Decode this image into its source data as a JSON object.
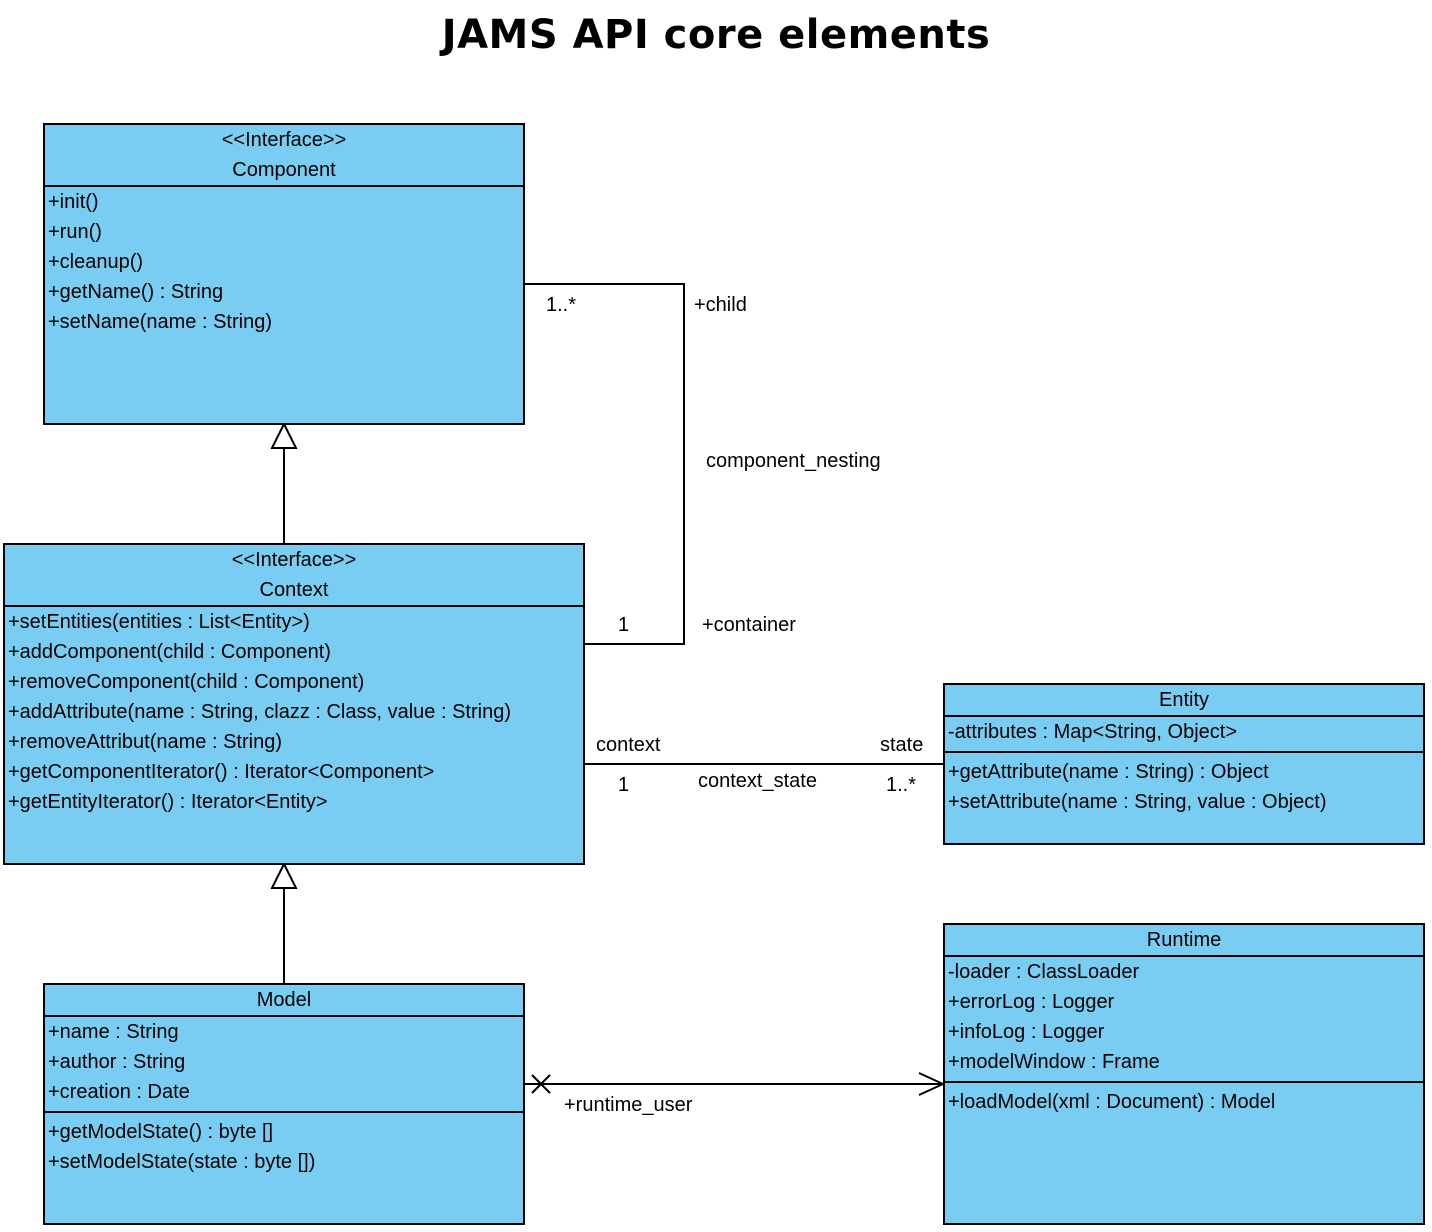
{
  "title": "JAMS API core elements",
  "classes": {
    "component": {
      "stereotype": "<<Interface>>",
      "name": "Component",
      "operations": [
        "+init()",
        "+run()",
        "+cleanup()",
        "+getName() : String",
        "+setName(name : String)"
      ]
    },
    "context": {
      "stereotype": "<<Interface>>",
      "name": "Context",
      "operations": [
        "+setEntities(entities : List<Entity>)",
        "+addComponent(child : Component)",
        "+removeComponent(child : Component)",
        "+addAttribute(name : String, clazz : Class, value : String)",
        "+removeAttribut(name : String)",
        "+getComponentIterator() : Iterator<Component>",
        "+getEntityIterator() : Iterator<Entity>"
      ]
    },
    "entity": {
      "name": "Entity",
      "attributes": [
        "-attributes : Map<String, Object>"
      ],
      "operations": [
        "+getAttribute(name : String) : Object",
        "+setAttribute(name : String, value : Object)"
      ]
    },
    "model": {
      "name": "Model",
      "attributes": [
        "+name : String",
        "+author : String",
        "+creation : Date"
      ],
      "operations": [
        "+getModelState() : byte []",
        "+setModelState(state : byte [])"
      ]
    },
    "runtime": {
      "name": "Runtime",
      "attributes": [
        "-loader : ClassLoader",
        "+errorLog : Logger",
        "+infoLog : Logger",
        "+modelWindow : Frame"
      ],
      "operations": [
        "+loadModel(xml : Document) : Model"
      ]
    }
  },
  "associations": {
    "component_nesting": {
      "name": "component_nesting",
      "child_mult": "1..*",
      "child_role": "+child",
      "container_mult": "1",
      "container_role": "+container"
    },
    "context_state": {
      "name": "context_state",
      "context_role": "context",
      "context_mult": "1",
      "state_role": "state",
      "state_mult": "1..*"
    },
    "runtime_user": {
      "role": "+runtime_user"
    }
  }
}
